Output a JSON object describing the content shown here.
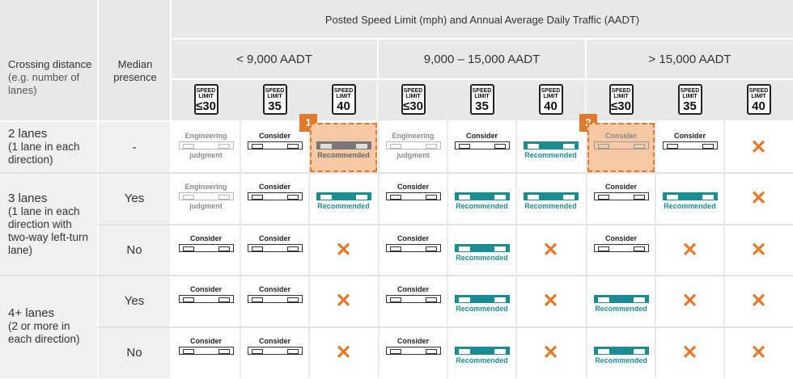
{
  "header": {
    "title": "Posted Speed Limit (mph) and Annual Average Daily Traffic (AADT)",
    "crossing_distance_title": "Crossing distance",
    "crossing_distance_sub": "(e.g. number of lanes)",
    "median_title": "Median presence",
    "aadt_groups": [
      "< 9,000 AADT",
      "9,000 – 15,000 AADT",
      "> 15,000 AADT"
    ],
    "sign_word_speed": "SPEED",
    "sign_word_limit": "LIMIT",
    "speed_values": [
      "≤30",
      "35",
      "40"
    ]
  },
  "row_labels": {
    "r1_main": "2 lanes",
    "r1_sub": "(1 lane in each direction)",
    "r2_main": "3 lanes",
    "r2_sub": "(1 lane in each direction with two-way left-turn lane)",
    "r3_main": "4+ lanes",
    "r3_sub": "(2 or more in each direction)"
  },
  "median": [
    "-",
    "Yes",
    "No",
    "Yes",
    "No"
  ],
  "legend_text": {
    "engineering": "Engineering",
    "judgment": "judgment",
    "consider": "Consider",
    "recommended": "Recommended",
    "not_recommended": "✕"
  },
  "callouts": [
    "1",
    "2"
  ],
  "grid": [
    [
      "engineering",
      "consider",
      "recommended_hl",
      "engineering",
      "consider",
      "recommended",
      "consider_hl",
      "consider",
      "x"
    ],
    [
      "engineering",
      "consider",
      "recommended",
      "consider",
      "recommended",
      "recommended",
      "consider",
      "recommended",
      "x"
    ],
    [
      "consider",
      "consider",
      "x",
      "consider",
      "recommended",
      "x",
      "consider",
      "x",
      "x"
    ],
    [
      "consider",
      "consider",
      "x",
      "consider",
      "recommended",
      "x",
      "recommended",
      "x",
      "x"
    ],
    [
      "consider",
      "consider",
      "x",
      "consider",
      "recommended",
      "x",
      "recommended",
      "x",
      "x"
    ]
  ],
  "colors": {
    "recommended": "#1a8c94",
    "not_recommended": "#e8782a",
    "highlight_fill": "#f6c8a4",
    "highlight_border": "#e07a2a",
    "header_bg": "#e8e8e8"
  }
}
